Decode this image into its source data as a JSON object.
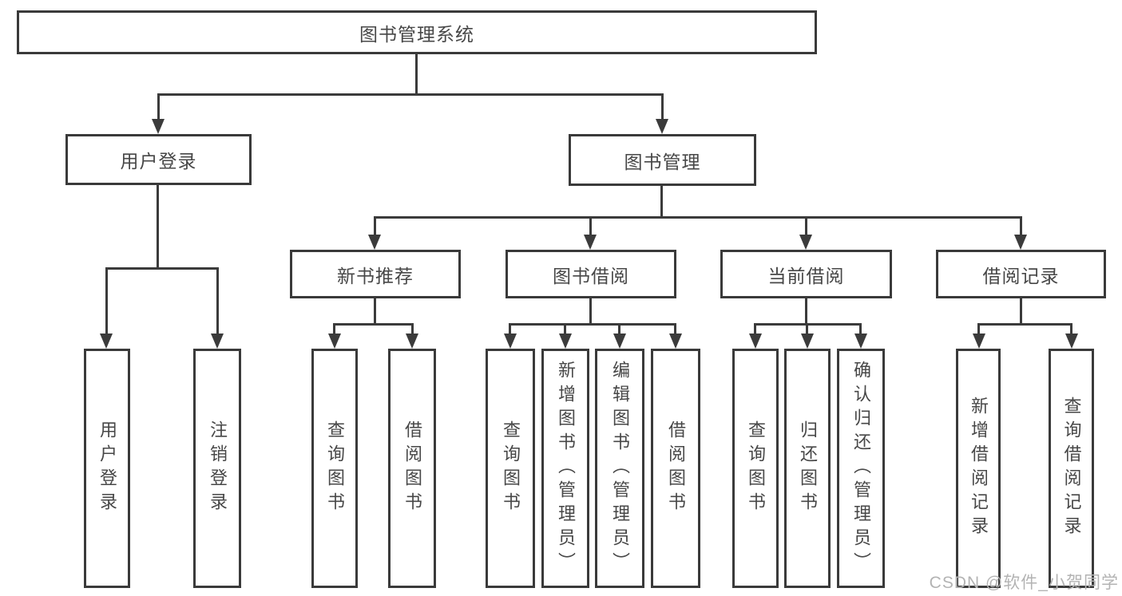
{
  "diagram": {
    "title": "图书管理系统",
    "root": {
      "label": "图书管理系统"
    },
    "level2": [
      {
        "label": "用户登录"
      },
      {
        "label": "图书管理"
      }
    ],
    "level3": [
      {
        "label": "新书推荐"
      },
      {
        "label": "图书借阅"
      },
      {
        "label": "当前借阅"
      },
      {
        "label": "借阅记录"
      }
    ],
    "leaves": {
      "user_login": [
        "用户登录",
        "注销登录"
      ],
      "new_book": [
        "查询图书",
        "借阅图书"
      ],
      "book_borrow": [
        "查询图书",
        "新增图书（管理员）",
        "编辑图书（管理员）",
        "借阅图书"
      ],
      "current_borrow": [
        "查询图书",
        "归还图书",
        "确认归还（管理员）"
      ],
      "borrow_record": [
        "新增借阅记录",
        "查询借阅记录"
      ]
    },
    "colors": {
      "line": "#3b3b3b",
      "border": "#3a3a3a",
      "text": "#474747",
      "watermark": "#b3b3b3",
      "background": "#ffffff"
    }
  },
  "watermark": {
    "text": "CSDN @软件_小贺同学"
  }
}
